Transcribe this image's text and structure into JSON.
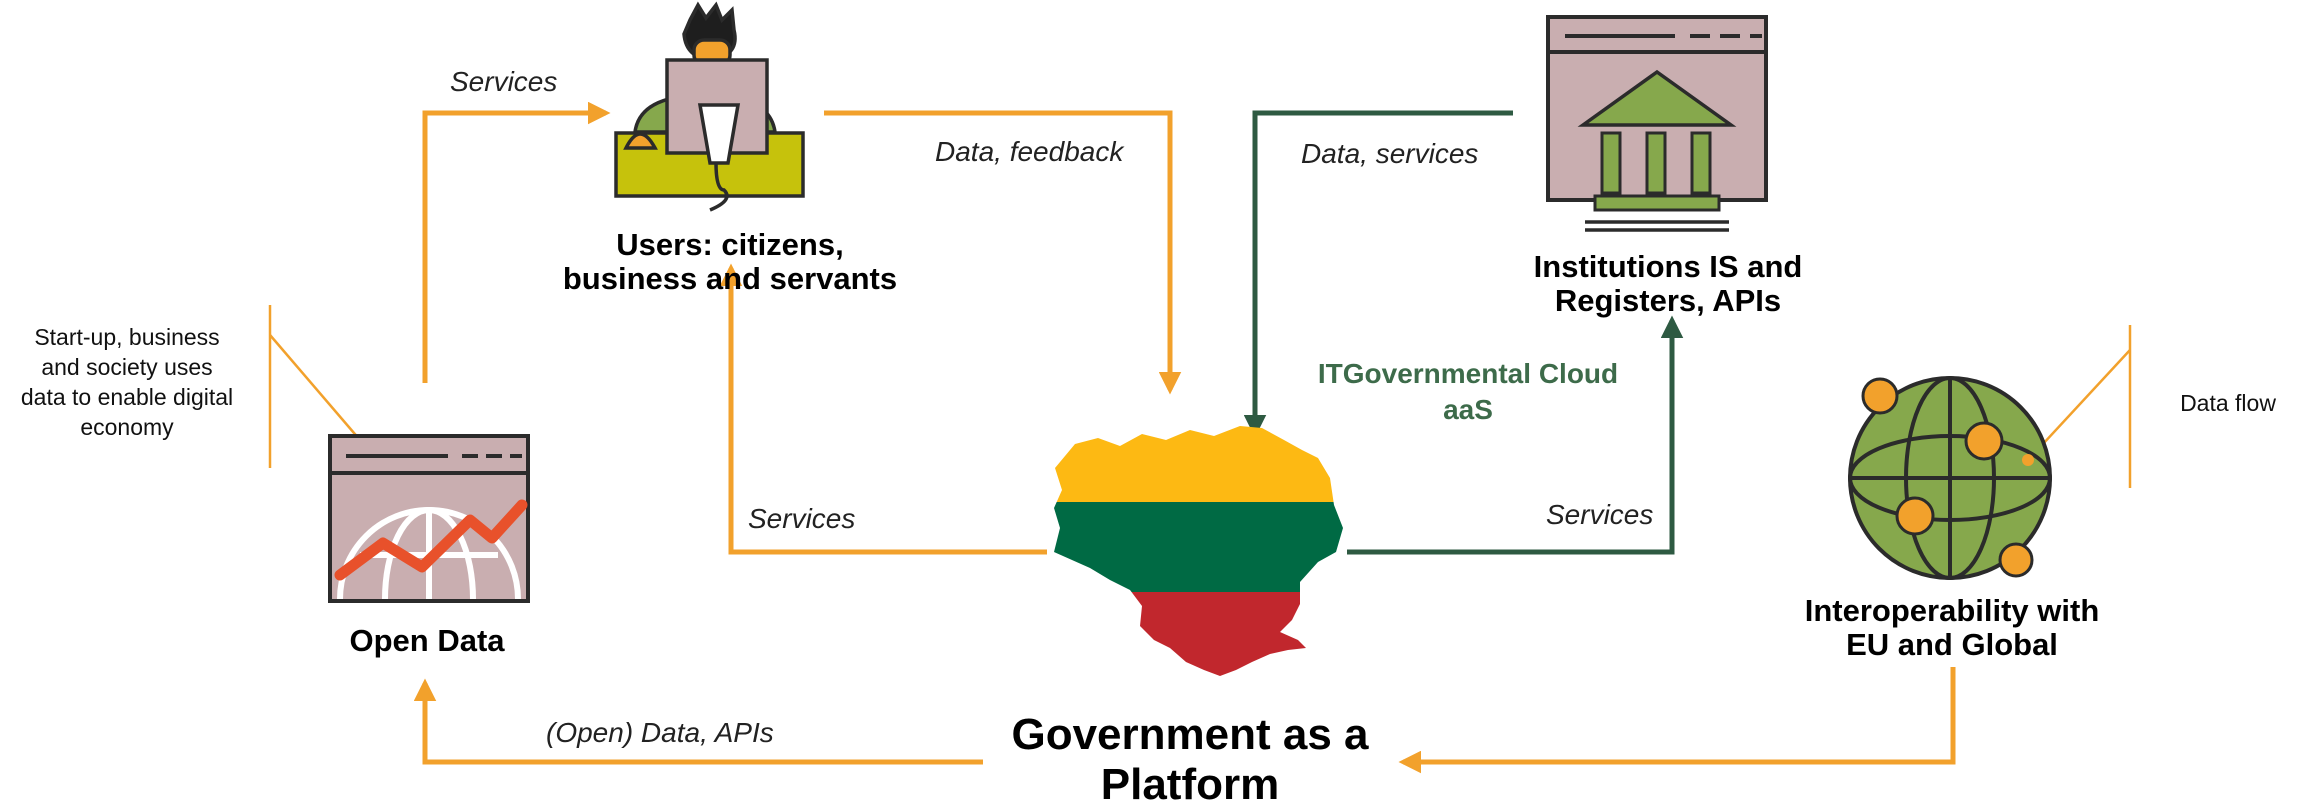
{
  "nodes": {
    "users": "Users: citizens,\nbusiness and servants",
    "institutions": "Institutions IS and\nRegisters, APIs",
    "open_data": "Open Data",
    "interoperability": "Interoperability with\nEU and Global",
    "platform": "Government as a\nPlatform",
    "cloud": "ITGovernmental Cloud\naaS"
  },
  "edges": {
    "users_services": "Services",
    "data_feedback": "Data, feedback",
    "data_services": "Data, services",
    "platform_to_users_services": "Services",
    "platform_to_institutions_services": "Services",
    "open_data_apis": "(Open) Data, APIs"
  },
  "annotations": {
    "startup": "Start-up, business\nand society uses\ndata to enable digital\neconomy",
    "data_flow": "Data flow"
  },
  "colors": {
    "orange": "#f2a12c",
    "dark_green": "#2e5a42",
    "icon_pink": "#c9aeb0",
    "icon_green": "#86a84c",
    "desk_yellow": "#c6c20c",
    "flag_yellow": "#fdb913",
    "flag_green": "#006a44",
    "flag_red": "#c1272d"
  }
}
